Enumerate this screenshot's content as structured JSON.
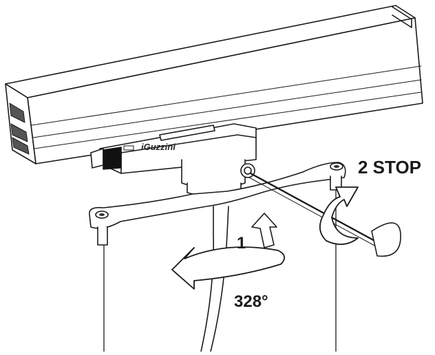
{
  "labels": {
    "step_stop": "2 STOP",
    "step_one": "1",
    "rotation_angle": "328°"
  },
  "brand": {
    "logo_text": "iGuzzini"
  },
  "colors": {
    "line": "#1a1a1a",
    "paper": "#ffffff"
  }
}
